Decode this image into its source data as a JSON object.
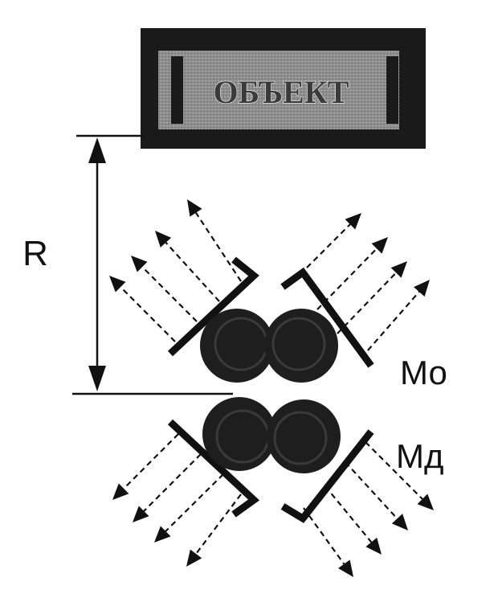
{
  "object_label": "ОБЪЕКТ",
  "distance_label": "R",
  "upper_label": "Мо",
  "lower_label": "Мд",
  "colors": {
    "ink": "#111111",
    "object_bg": "#1a1a1a",
    "object_inner": "#8a8a8a"
  }
}
